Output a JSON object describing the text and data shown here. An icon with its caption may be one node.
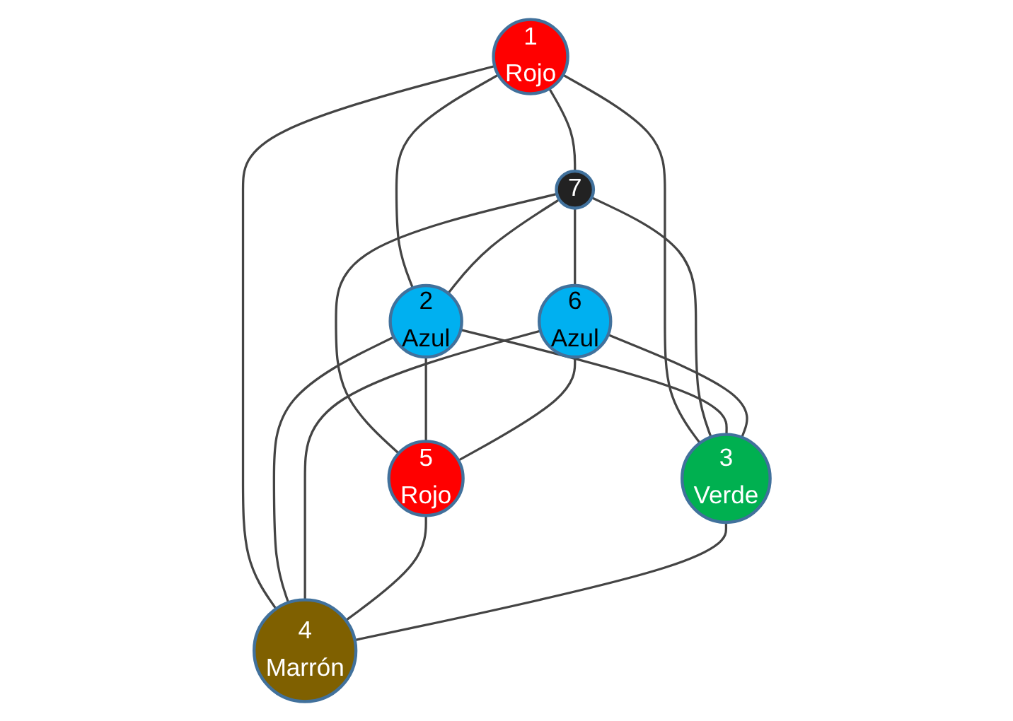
{
  "diagram": {
    "nodes": [
      {
        "text": [
          "1",
          "Rojo"
        ]
      },
      {
        "text": [
          "2",
          "Azul"
        ]
      },
      {
        "text": [
          "3",
          "Verde"
        ]
      },
      {
        "text": [
          "4",
          "Marrón"
        ]
      },
      {
        "text": [
          "5",
          "Rojo"
        ]
      },
      {
        "text": [
          "6",
          "Azul"
        ]
      },
      {
        "text": [
          "7"
        ]
      }
    ],
    "edges": [
      {
        "from": 0,
        "to": 6,
        "arrow": "none"
      },
      {
        "from": 0,
        "to": 1,
        "arrow": "none"
      },
      {
        "from": 0,
        "to": 2,
        "arrow": "none"
      },
      {
        "from": 0,
        "to": 3,
        "arrow": "none"
      },
      {
        "from": 6,
        "to": 1,
        "arrow": "none"
      },
      {
        "from": 6,
        "to": 2,
        "arrow": "none"
      },
      {
        "from": 6,
        "to": 5,
        "arrow": "none"
      },
      {
        "from": 6,
        "to": 4,
        "arrow": "none"
      },
      {
        "from": 1,
        "to": 2,
        "arrow": "none"
      },
      {
        "from": 1,
        "to": 3,
        "arrow": "none"
      },
      {
        "from": 1,
        "to": 4,
        "arrow": "none"
      },
      {
        "from": 5,
        "to": 2,
        "arrow": "none"
      },
      {
        "from": 5,
        "to": 4,
        "arrow": "none"
      },
      {
        "from": 5,
        "to": 3,
        "arrow": "none"
      },
      {
        "from": 4,
        "to": 3,
        "arrow": "none"
      },
      {
        "from": 2,
        "to": 3,
        "arrow": "none"
      }
    ]
  }
}
